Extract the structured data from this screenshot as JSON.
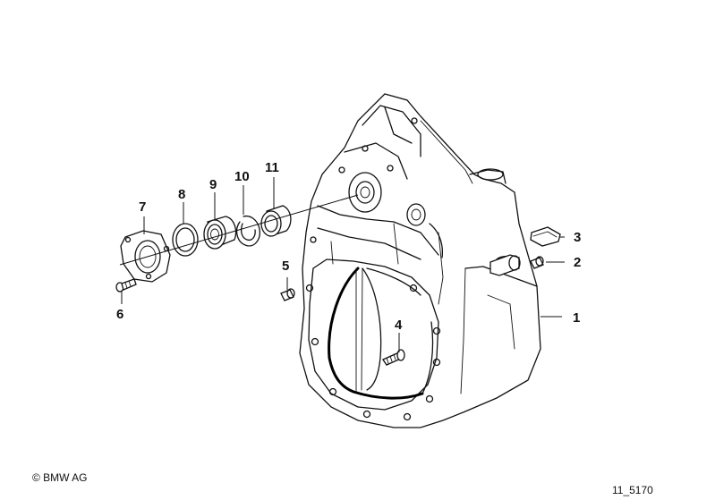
{
  "callouts": [
    {
      "id": "1",
      "label": "1"
    },
    {
      "id": "2",
      "label": "2"
    },
    {
      "id": "3",
      "label": "3"
    },
    {
      "id": "4",
      "label": "4"
    },
    {
      "id": "5",
      "label": "5"
    },
    {
      "id": "6",
      "label": "6"
    },
    {
      "id": "7",
      "label": "7"
    },
    {
      "id": "8",
      "label": "8"
    },
    {
      "id": "9",
      "label": "9"
    },
    {
      "id": "10",
      "label": "10"
    },
    {
      "id": "11",
      "label": "11"
    }
  ],
  "footer": {
    "copyright": "© BMW AG",
    "drawing_number": "11_5170"
  }
}
